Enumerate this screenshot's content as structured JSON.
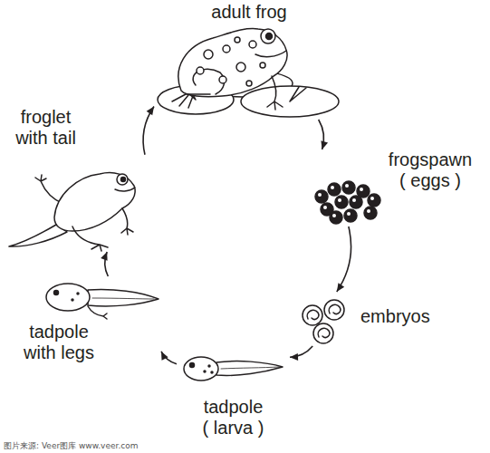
{
  "diagram": {
    "nodes": [
      {
        "text": [
          "adult frog"
        ]
      },
      {
        "text": [
          "frogspawn ( eggs )"
        ]
      },
      {
        "text": [
          "embryos"
        ]
      },
      {
        "text": [
          "tadpole ( larva )"
        ]
      },
      {
        "text": [
          "tadpole with legs"
        ]
      },
      {
        "text": [
          "froglet with tail"
        ]
      }
    ],
    "edges": [
      {
        "from": 0,
        "to": 1,
        "arrow": "to"
      },
      {
        "from": 1,
        "to": 2,
        "arrow": "to"
      },
      {
        "from": 2,
        "to": 3,
        "arrow": "to"
      },
      {
        "from": 3,
        "to": 4,
        "arrow": "to"
      },
      {
        "from": 4,
        "to": 5,
        "arrow": "to"
      },
      {
        "from": 5,
        "to": 0,
        "arrow": "to"
      }
    ],
    "labels": [
      "图片来源: Veer图库 www.veer.com"
    ]
  }
}
